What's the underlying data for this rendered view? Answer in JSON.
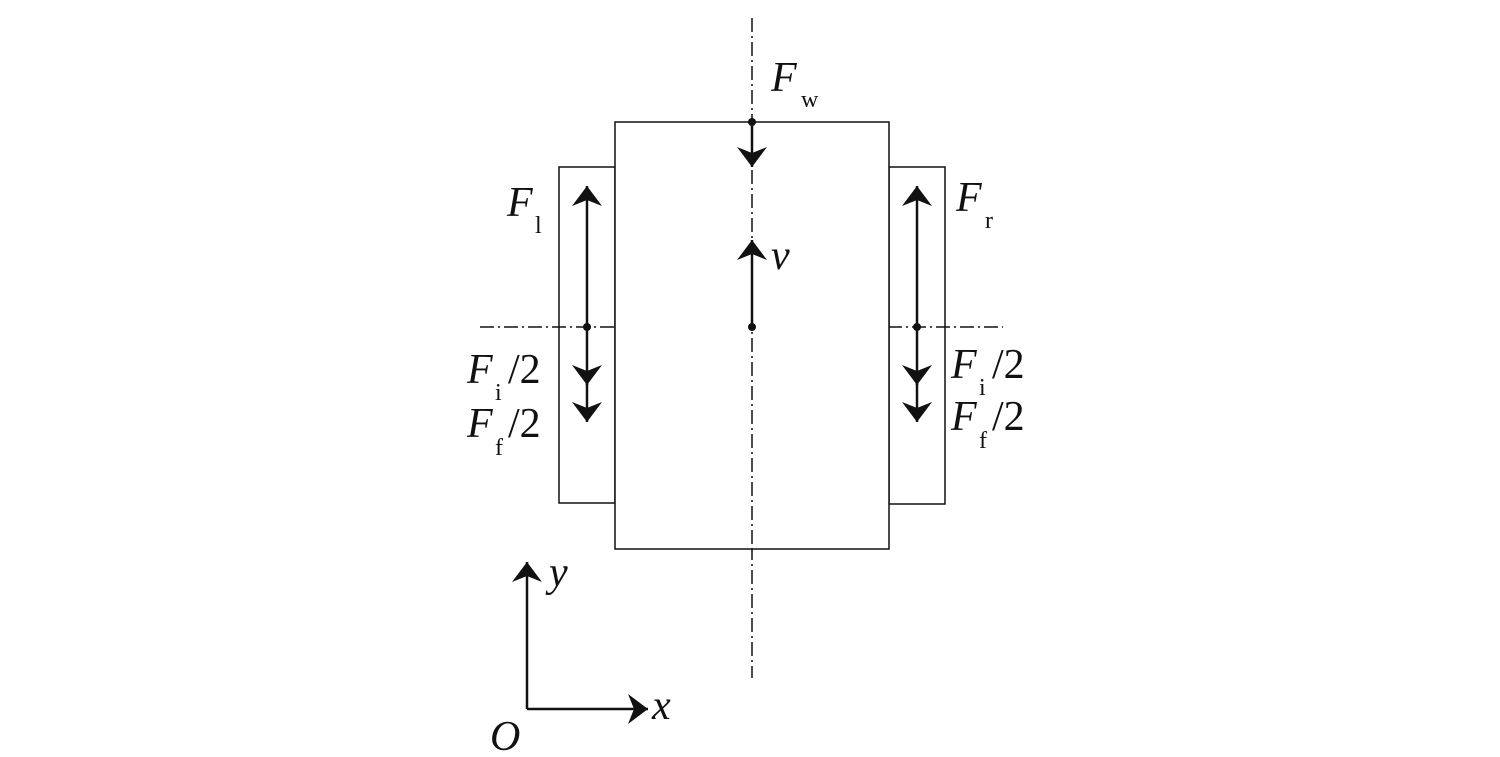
{
  "labels": {
    "fw": {
      "main": "F",
      "sub": "w"
    },
    "fl": {
      "main": "F",
      "sub": "l"
    },
    "fr": {
      "main": "F",
      "sub": "r"
    },
    "v": "v",
    "fi_left": {
      "main": "F",
      "sub": "i",
      "suffix": "/2"
    },
    "ff_left": {
      "main": "F",
      "sub": "f",
      "suffix": "/2"
    },
    "fi_right": {
      "main": "F",
      "sub": "i",
      "suffix": "/2"
    },
    "ff_right": {
      "main": "F",
      "sub": "f",
      "suffix": "/2"
    },
    "axis_y": "y",
    "axis_x": "x",
    "origin": "O"
  },
  "colors": {
    "stroke": "#111111",
    "background": "#ffffff"
  }
}
